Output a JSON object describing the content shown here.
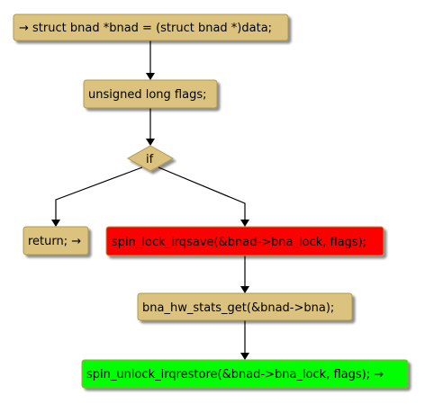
{
  "nodes": {
    "n1": {
      "label": "→ struct bnad *bnad = (struct bnad *)data;",
      "color": "#dbc27e"
    },
    "n2": {
      "label": "unsigned long flags;",
      "color": "#dbc27e"
    },
    "decision": {
      "label": "if",
      "color": "#dbc27e"
    },
    "ret": {
      "label": "return; →",
      "color": "#dbc27e"
    },
    "lock": {
      "label": "spin_lock_irqsave(&bnad->bna_lock, flags);",
      "color": "#ff0000"
    },
    "stats": {
      "label": "bna_hw_stats_get(&bnad->bna);",
      "color": "#dbc27e"
    },
    "unlock": {
      "label": "spin_unlock_irqrestore(&bnad->bna_lock, flags); →",
      "color": "#00ff00"
    }
  },
  "colors": {
    "shadow": "#9a9a9a",
    "border": "#b0984e",
    "edge": "#000000"
  }
}
